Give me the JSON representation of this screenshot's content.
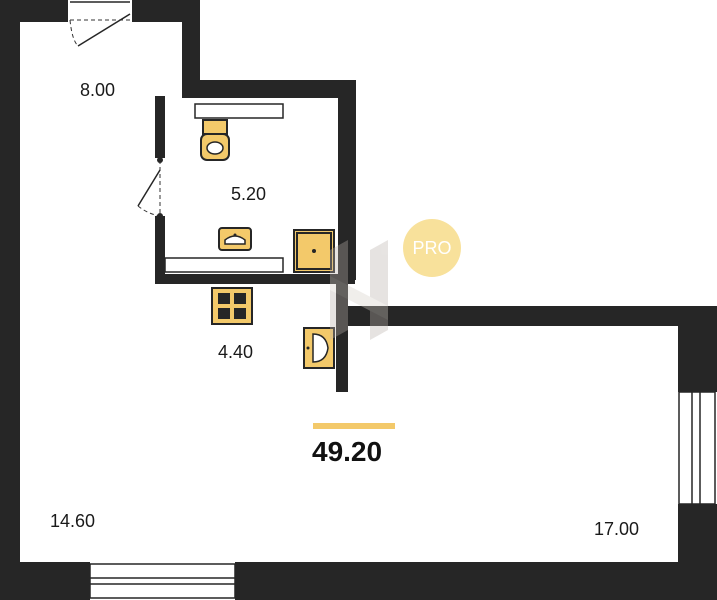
{
  "rooms": [
    {
      "id": "hall",
      "area": "8.00"
    },
    {
      "id": "bathroom",
      "area": "5.20"
    },
    {
      "id": "kitchen",
      "area": "4.40"
    },
    {
      "id": "room-left",
      "area": "14.60"
    },
    {
      "id": "room-right",
      "area": "17.00"
    }
  ],
  "total_area": "49.20",
  "badge": "PRO",
  "colors": {
    "wall": "#262626",
    "fixture": "#f3c96a",
    "accent": "#f3c96a",
    "badge": "#f8e19b"
  }
}
